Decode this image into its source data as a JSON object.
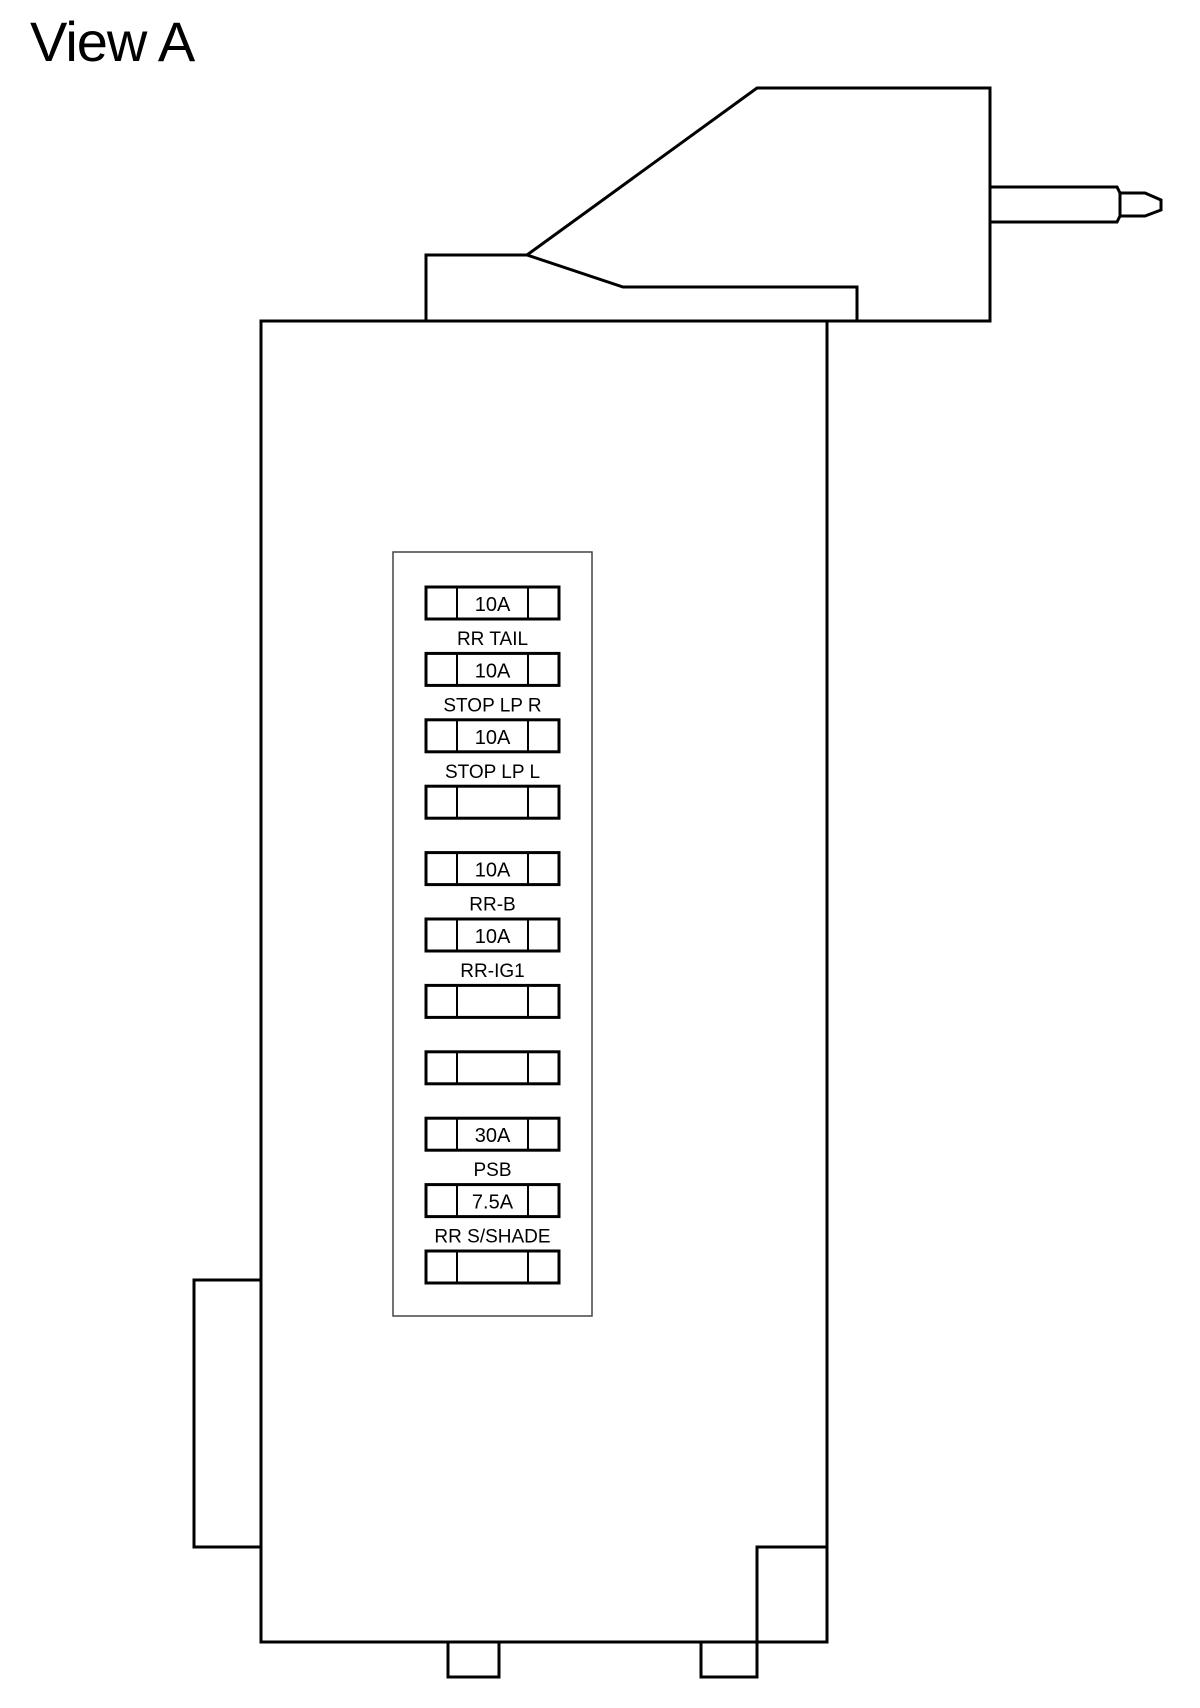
{
  "title": "View A",
  "fuses": [
    {
      "rating": "10A",
      "label": "RR TAIL"
    },
    {
      "rating": "10A",
      "label": "STOP LP R"
    },
    {
      "rating": "10A",
      "label": "STOP LP L"
    },
    {
      "rating": "",
      "label": ""
    },
    {
      "rating": "10A",
      "label": "RR-B"
    },
    {
      "rating": "10A",
      "label": "RR-IG1"
    },
    {
      "rating": "",
      "label": ""
    },
    {
      "rating": "",
      "label": ""
    },
    {
      "rating": "30A",
      "label": "PSB"
    },
    {
      "rating": "7.5A",
      "label": "RR S/SHADE"
    },
    {
      "rating": "",
      "label": ""
    }
  ],
  "colors": {
    "stroke": "#000000",
    "panel_stroke": "#444444",
    "background": "#ffffff"
  }
}
